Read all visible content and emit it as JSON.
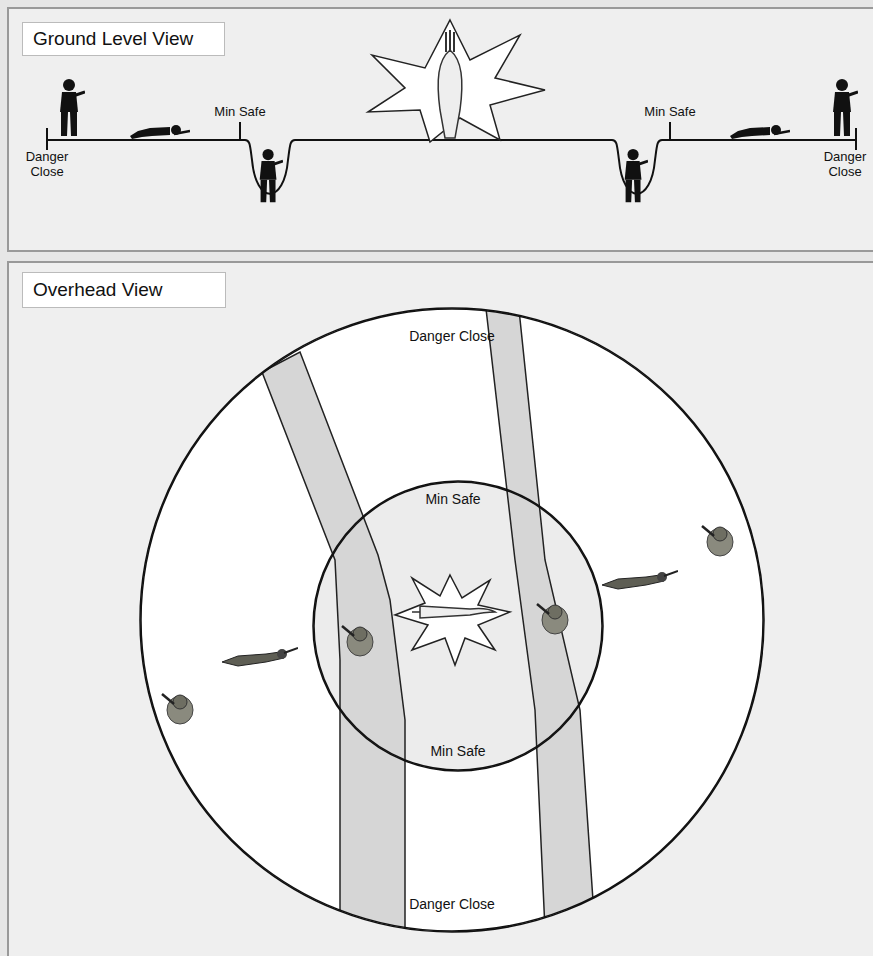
{
  "diagram": {
    "nodes": [
      {
        "text": [
          "Ground Level View"
        ]
      },
      {
        "text": [
          "Overhead View"
        ]
      },
      {
        "text": [
          "Danger Close",
          "Danger Close"
        ]
      },
      {
        "text": [
          "Min Safe",
          "Min Safe"
        ],
        "in": 2
      }
    ],
    "labels": [
      "Danger Close",
      "Min Safe",
      "Min Safe",
      "Danger Close"
    ]
  }
}
